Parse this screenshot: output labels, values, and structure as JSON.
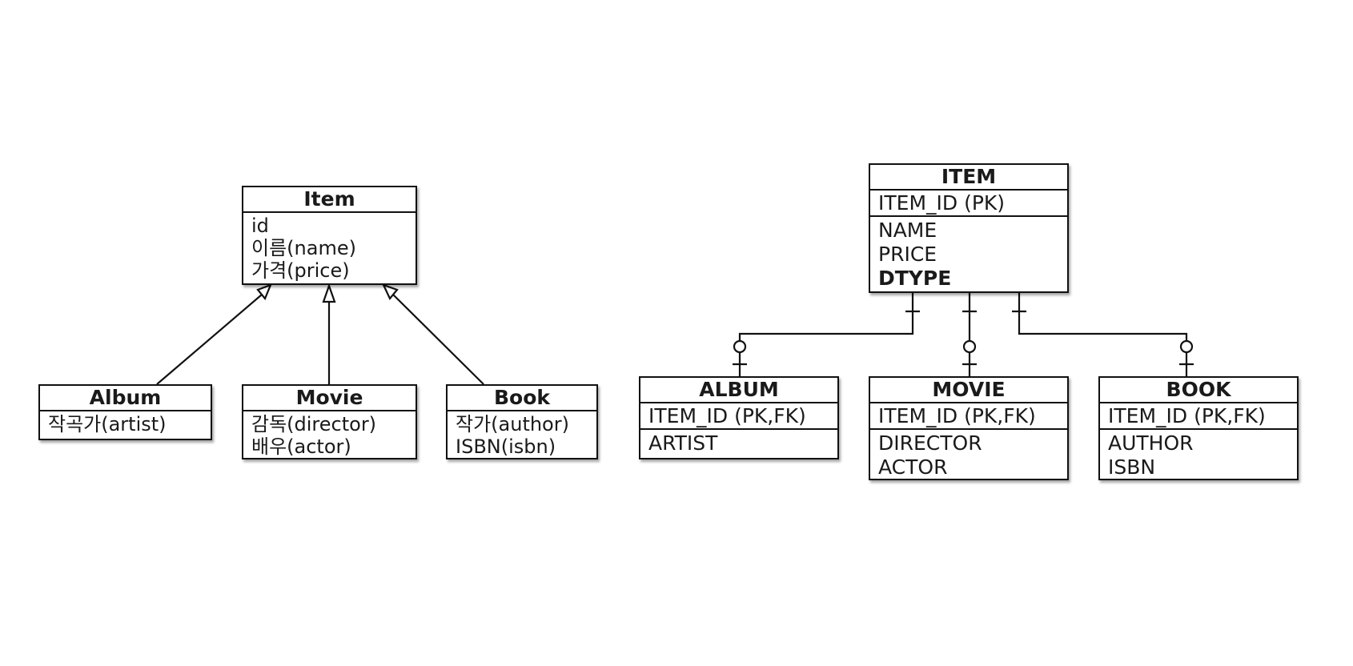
{
  "class_diagram": {
    "item": {
      "title": "Item",
      "attributes": [
        "id",
        "이름(name)",
        "가격(price)"
      ]
    },
    "album": {
      "title": "Album",
      "attributes": [
        "작곡가(artist)"
      ]
    },
    "movie": {
      "title": "Movie",
      "attributes": [
        "감독(director)",
        "배우(actor)"
      ]
    },
    "book": {
      "title": "Book",
      "attributes": [
        "작가(author)",
        "ISBN(isbn)"
      ]
    }
  },
  "er_diagram": {
    "item": {
      "title": "ITEM",
      "pk": "ITEM_ID (PK)",
      "columns": [
        "NAME",
        "PRICE"
      ],
      "discriminator": "DTYPE"
    },
    "album": {
      "title": "ALBUM",
      "pk": "ITEM_ID (PK,FK)",
      "columns": [
        "ARTIST"
      ]
    },
    "movie": {
      "title": "MOVIE",
      "pk": "ITEM_ID (PK,FK)",
      "columns": [
        "DIRECTOR",
        "ACTOR"
      ]
    },
    "book": {
      "title": "BOOK",
      "pk": "ITEM_ID (PK,FK)",
      "columns": [
        "AUTHOR",
        "ISBN"
      ]
    }
  }
}
